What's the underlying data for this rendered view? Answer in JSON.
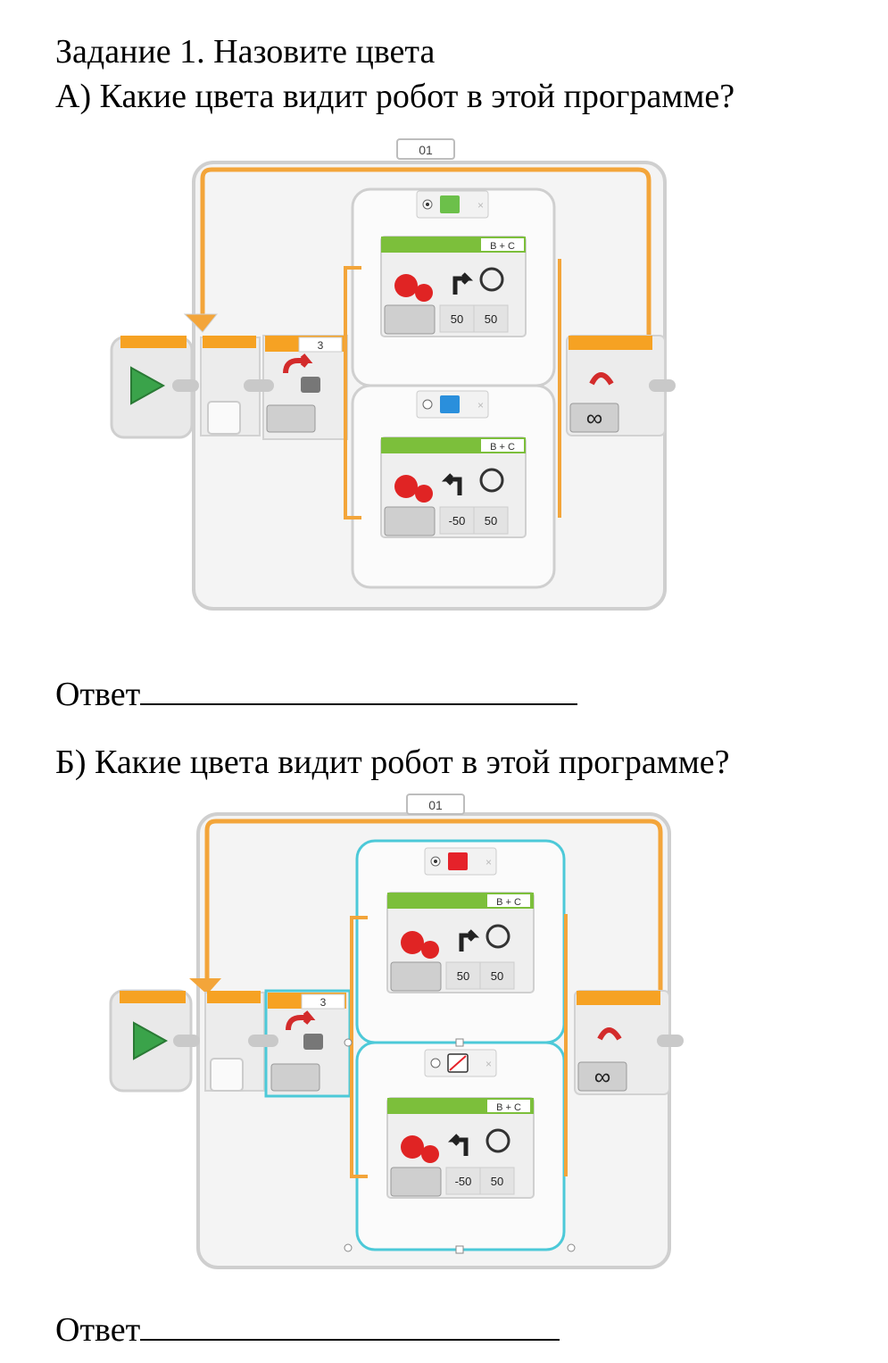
{
  "task": {
    "title": "Задание 1. Назовите цвета",
    "question_a": "А) Какие цвета видит робот в этой программе?",
    "question_b": "Б) Какие цвета видит робот в этой программе?",
    "answer_label": "Ответ"
  },
  "program_a": {
    "loop_label": "01",
    "counter": "3",
    "case1": {
      "color_name": "green",
      "color": "#6cc04a",
      "ports": "B + C",
      "steering": "50",
      "power": "50"
    },
    "case2": {
      "color_name": "blue",
      "color": "#2a8fdc",
      "ports": "B + C",
      "steering": "-50",
      "power": "50"
    },
    "infinity": "∞"
  },
  "program_b": {
    "loop_label": "01",
    "counter": "3",
    "case1": {
      "color_name": "red",
      "color": "#e5222a",
      "ports": "B + C",
      "steering": "50",
      "power": "50"
    },
    "case2": {
      "color_name": "no-color",
      "color": "#ffffff",
      "ports": "B + C",
      "steering": "-50",
      "power": "50"
    },
    "infinity": "∞"
  }
}
